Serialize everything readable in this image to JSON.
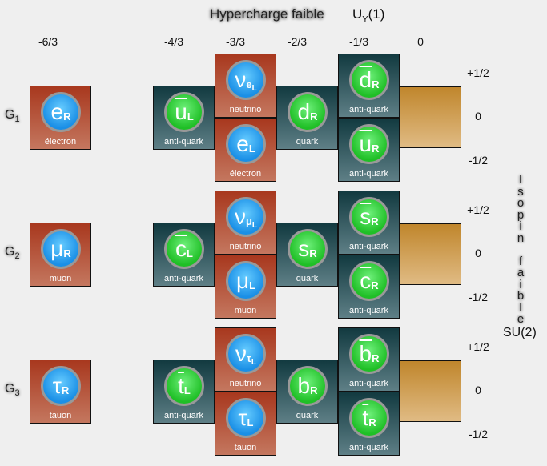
{
  "header": {
    "title": "Hypercharge faible",
    "group_main": "U",
    "group_sub": "Y",
    "group_suffix": "(1)"
  },
  "columns": [
    "-6/3",
    "-4/3",
    "-3/3",
    "-2/3",
    "-1/3",
    "0"
  ],
  "isospin": {
    "values": [
      "+1/2",
      "0",
      "-1/2"
    ],
    "letters": [
      "I",
      "s",
      "o",
      "p",
      "i",
      "n",
      "",
      "f",
      "a",
      "i",
      "b",
      "l",
      "e"
    ],
    "group": "SU(2)"
  },
  "colors": {
    "lepton": "#a8381e",
    "quark": "#123a40",
    "gold": "#c0862c",
    "lepton_ball": "#1a8fe6",
    "quark_ball": "#1fbf26"
  },
  "generations": [
    {
      "label": "G",
      "index": "1",
      "particles": [
        {
          "type": "lepton",
          "sym": "e",
          "sub": "R",
          "subsub": "",
          "bar": false,
          "label": "électron"
        },
        {
          "type": "quark",
          "sym": "u",
          "sub": "L",
          "subsub": "",
          "bar": true,
          "label": "anti-quark"
        },
        {
          "type": "lepton",
          "sym": "ν",
          "sub": "e",
          "subsub": "L",
          "bar": false,
          "label": "neutrino"
        },
        {
          "type": "lepton",
          "sym": "e",
          "sub": "L",
          "subsub": "",
          "bar": false,
          "label": "électron"
        },
        {
          "type": "quark",
          "sym": "d",
          "sub": "R",
          "subsub": "",
          "bar": false,
          "label": "quark"
        },
        {
          "type": "quark",
          "sym": "d",
          "sub": "R",
          "subsub": "",
          "bar": true,
          "label": "anti-quark"
        },
        {
          "type": "quark",
          "sym": "u",
          "sub": "R",
          "subsub": "",
          "bar": true,
          "label": "anti-quark"
        }
      ]
    },
    {
      "label": "G",
      "index": "2",
      "particles": [
        {
          "type": "lepton",
          "sym": "μ",
          "sub": "R",
          "subsub": "",
          "bar": false,
          "label": "muon"
        },
        {
          "type": "quark",
          "sym": "c",
          "sub": "L",
          "subsub": "",
          "bar": true,
          "label": "anti-quark"
        },
        {
          "type": "lepton",
          "sym": "ν",
          "sub": "μ",
          "subsub": "L",
          "bar": false,
          "label": "neutrino"
        },
        {
          "type": "lepton",
          "sym": "μ",
          "sub": "L",
          "subsub": "",
          "bar": false,
          "label": "muon"
        },
        {
          "type": "quark",
          "sym": "s",
          "sub": "R",
          "subsub": "",
          "bar": false,
          "label": "quark"
        },
        {
          "type": "quark",
          "sym": "s",
          "sub": "R",
          "subsub": "",
          "bar": true,
          "label": "anti-quark"
        },
        {
          "type": "quark",
          "sym": "c",
          "sub": "R",
          "subsub": "",
          "bar": true,
          "label": "anti-quark"
        }
      ]
    },
    {
      "label": "G",
      "index": "3",
      "particles": [
        {
          "type": "lepton",
          "sym": "τ",
          "sub": "R",
          "subsub": "",
          "bar": false,
          "label": "tauon"
        },
        {
          "type": "quark",
          "sym": "t",
          "sub": "L",
          "subsub": "",
          "bar": true,
          "label": "anti-quark"
        },
        {
          "type": "lepton",
          "sym": "ν",
          "sub": "τ",
          "subsub": "L",
          "bar": false,
          "label": "neutrino"
        },
        {
          "type": "lepton",
          "sym": "τ",
          "sub": "L",
          "subsub": "",
          "bar": false,
          "label": "tauon"
        },
        {
          "type": "quark",
          "sym": "b",
          "sub": "R",
          "subsub": "",
          "bar": false,
          "label": "quark"
        },
        {
          "type": "quark",
          "sym": "b",
          "sub": "R",
          "subsub": "",
          "bar": true,
          "label": "anti-quark"
        },
        {
          "type": "quark",
          "sym": "t",
          "sub": "R",
          "subsub": "",
          "bar": true,
          "label": "anti-quark"
        }
      ]
    }
  ]
}
